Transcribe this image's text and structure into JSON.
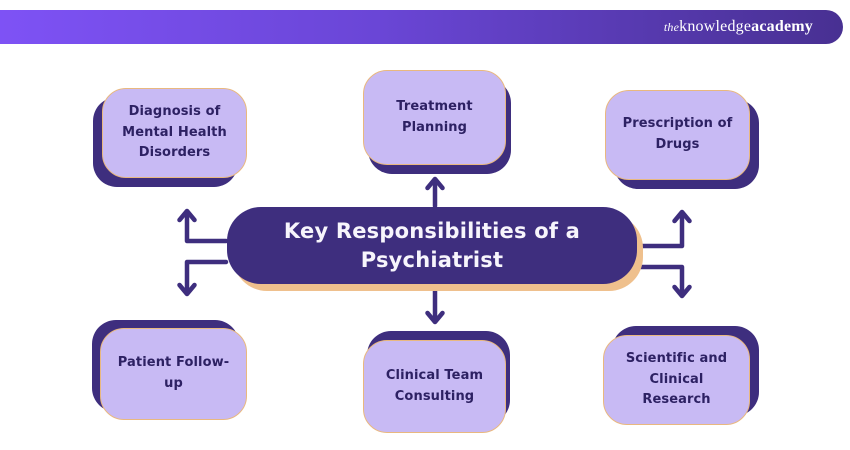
{
  "header": {
    "logo": {
      "prefix": "the",
      "name": "knowledge",
      "suffix": "academy"
    }
  },
  "diagram": {
    "center_label": "Key Responsibilities of a Psychiatrist",
    "nodes": [
      {
        "label": "Diagnosis of Mental Health Disorders"
      },
      {
        "label": "Treatment Planning"
      },
      {
        "label": "Prescription of Drugs"
      },
      {
        "label": "Patient Follow-up"
      },
      {
        "label": "Clinical Team Consulting"
      },
      {
        "label": "Scientific and Clinical Research"
      }
    ],
    "colors": {
      "header_gradient_start": "#7e52f5",
      "header_gradient_end": "#483092",
      "center_fill": "#3e2e7e",
      "center_shadow": "#efc08d",
      "node_fill": "#c8baf4",
      "node_border": "#e9b87f",
      "node_shadow": "#3e2e7e",
      "node_text": "#2d2163",
      "center_text": "#ffffff",
      "arrow": "#3e2e7e"
    }
  }
}
